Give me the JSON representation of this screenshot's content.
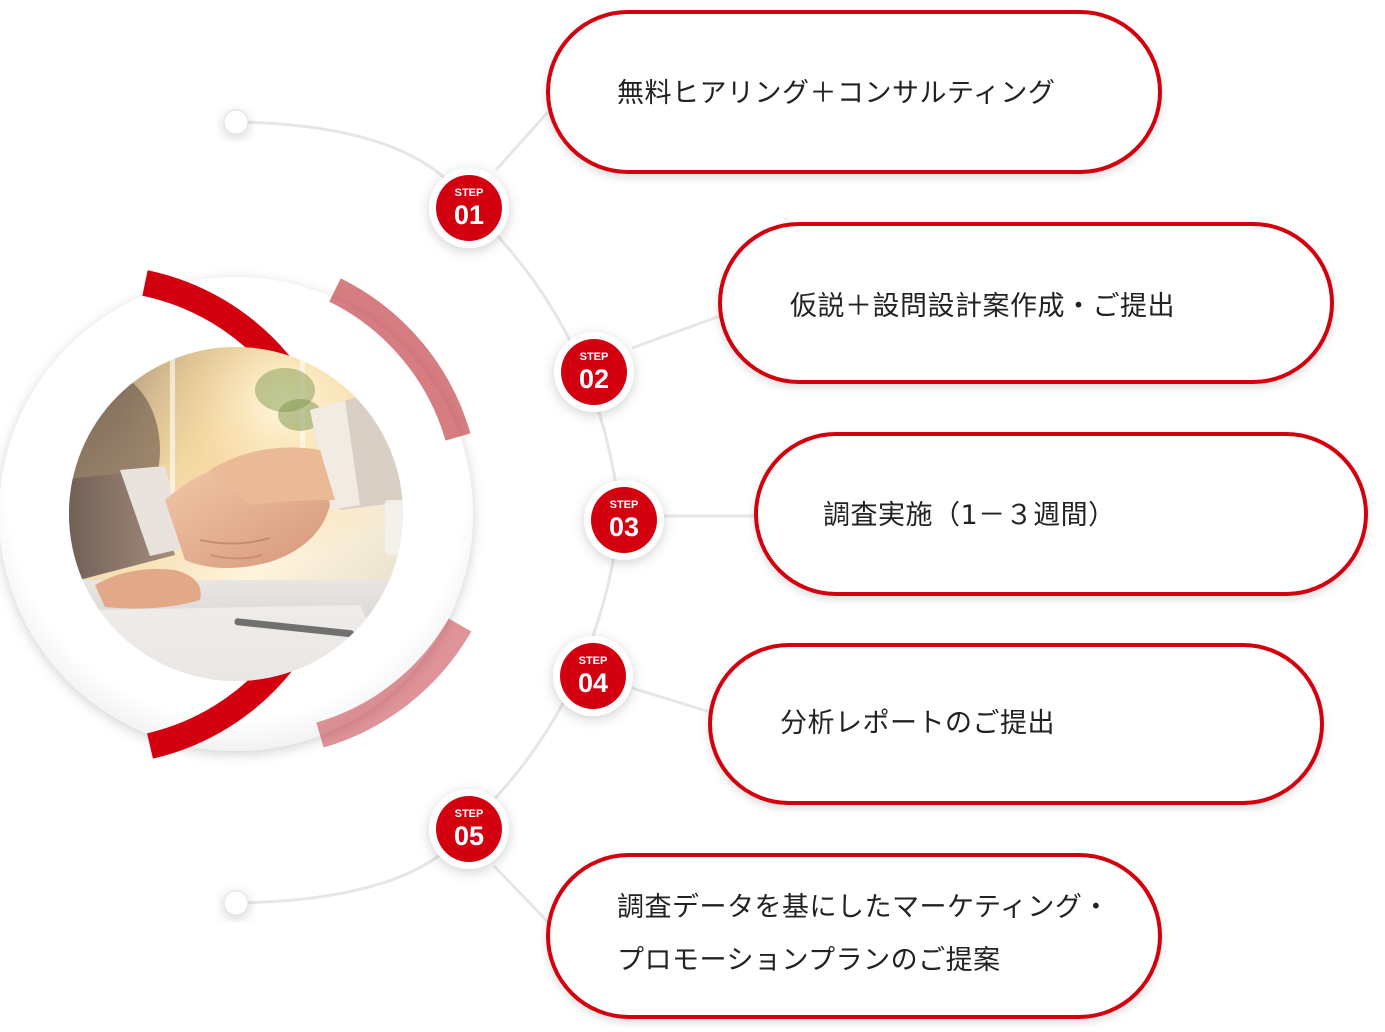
{
  "colors": {
    "accent": "#d3000f",
    "accent_dark": "#b5121b",
    "line": "#e6e6e6",
    "text": "#222222"
  },
  "steps": [
    {
      "tag": "STEP",
      "num": "01",
      "lines": [
        "無料ヒアリング＋コンサルティング"
      ]
    },
    {
      "tag": "STEP",
      "num": "02",
      "lines": [
        "仮説＋設問設計案作成・ご提出"
      ]
    },
    {
      "tag": "STEP",
      "num": "03",
      "lines": [
        "調査実施（1－３週間）"
      ]
    },
    {
      "tag": "STEP",
      "num": "04",
      "lines": [
        "分析レポートのご提出"
      ]
    },
    {
      "tag": "STEP",
      "num": "05",
      "lines": [
        "調査データを基にしたマーケティング・",
        "プロモーションプランのご提案"
      ]
    }
  ],
  "image": {
    "icon": "handshake-photo"
  }
}
